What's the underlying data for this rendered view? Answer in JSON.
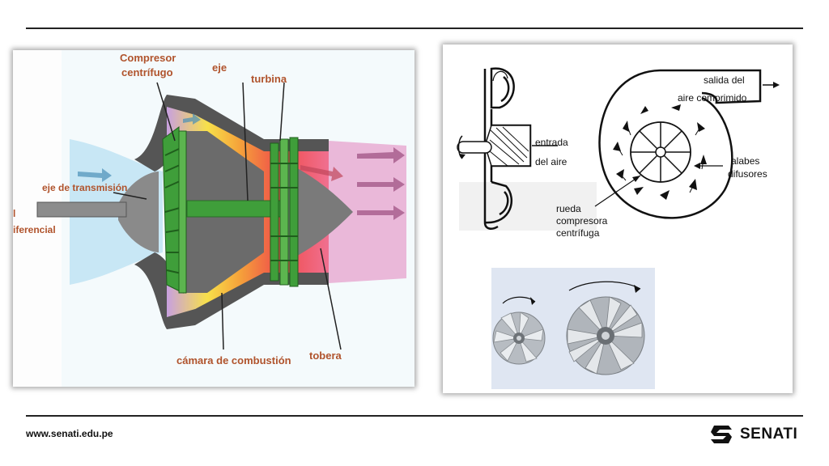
{
  "jet_diagram": {
    "labels": {
      "compressor_line1": "Compresor",
      "compressor_line2": "centrífugo",
      "shaft": "eje",
      "turbine": "turbina",
      "transmission_shaft": "eje de transmisión",
      "differential_line1": "l",
      "differential_line2": "iferencial",
      "combustion_chamber": "cámara de combustión",
      "nozzle": "tobera"
    },
    "colors": {
      "intake_air": "#7fc7e8",
      "compressor_blades": "#3f9e3a",
      "combustion_yellow": "#f7e04a",
      "combustion_red": "#ef4b4b",
      "exhaust_pink": "#d58bc4",
      "label": "#b0532c"
    }
  },
  "compressor_diagram": {
    "labels": {
      "inlet_line1": "entrada",
      "inlet_line2": "del aire",
      "outlet_line1": "salida del",
      "outlet_line2": "aire comprimido",
      "vanes_line1": "alabes",
      "vanes_line2": "difusores",
      "wheel_line1": "rueda",
      "wheel_line2": "compresora",
      "wheel_line3": "centrífuga"
    }
  },
  "impeller_photo": {
    "background": "#dfe6f2"
  },
  "footer": {
    "url": "www.senati.edu.pe",
    "brand": "SENATI"
  }
}
